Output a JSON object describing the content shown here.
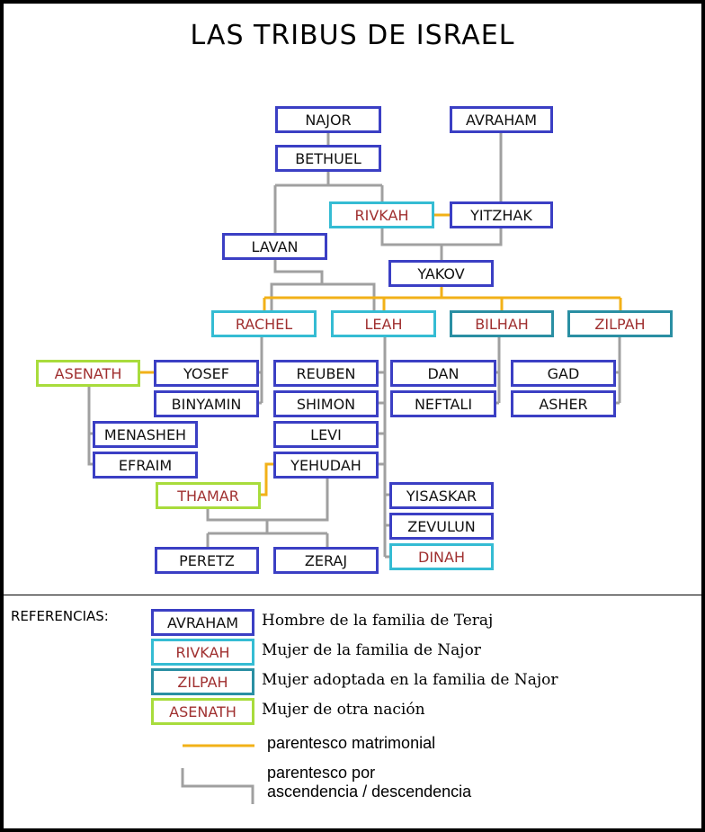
{
  "title": "LAS TRIBUS DE ISRAEL",
  "colors": {
    "man": "#3b3fc4",
    "woman": "#35bcd3",
    "adopted": "#2a8fa3",
    "foreign": "#a8dc3c",
    "marriage_line": "#f2b118",
    "descent_line": "#a0a0a0",
    "woman_text": "#a03030"
  },
  "nodes": {
    "najor": "NAJOR",
    "avraham": "AVRAHAM",
    "bethuel": "BETHUEL",
    "rivkah": "RIVKAH",
    "yitzhak": "YITZHAK",
    "lavan": "LAVAN",
    "yakov": "YAKOV",
    "rachel": "RACHEL",
    "leah": "LEAH",
    "bilhah": "BILHAH",
    "zilpah": "ZILPAH",
    "asenath": "ASENATH",
    "yosef": "YOSEF",
    "reuben": "REUBEN",
    "dan": "DAN",
    "gad": "GAD",
    "binyamin": "BINYAMIN",
    "shimon": "SHIMON",
    "neftali": "NEFTALI",
    "asher": "ASHER",
    "menasheh": "MENASHEH",
    "levi": "LEVI",
    "efraim": "EFRAIM",
    "yehudah": "YEHUDAH",
    "thamar": "THAMAR",
    "yisaskar": "YISASKAR",
    "zevulun": "ZEVULUN",
    "dinah": "DINAH",
    "peretz": "PERETZ",
    "zeraj": "ZERAJ"
  },
  "legend": {
    "heading": "REFERENCIAS:",
    "items": [
      {
        "sample": "AVRAHAM",
        "text": "Hombre de la familia de Teraj"
      },
      {
        "sample": "RIVKAH",
        "text": "Mujer de la familia de Najor"
      },
      {
        "sample": "ZILPAH",
        "text": "Mujer adoptada en la familia de Najor"
      },
      {
        "sample": "ASENATH",
        "text": "Mujer de otra nación"
      }
    ],
    "marriage_text": "parentesco matrimonial",
    "descent_text_1": "parentesco por",
    "descent_text_2": "ascendencia / descendencia"
  }
}
